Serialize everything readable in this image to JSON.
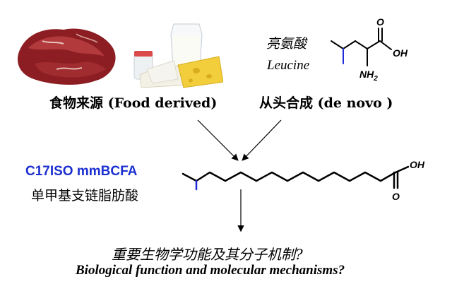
{
  "food_source": {
    "label": "食物来源 (Food derived)",
    "images": [
      "raw-meat",
      "milk-and-cheese"
    ]
  },
  "leucine": {
    "name_zh": "亮氨酸",
    "name_en": "Leucine",
    "atoms": {
      "oxygen_double": "O",
      "hydroxyl": "OH",
      "amine": "NH",
      "amine_subscript": "2"
    }
  },
  "de_novo": {
    "label": "从头合成 (de novo )"
  },
  "fatty_acid": {
    "name_en": "C17ISO mmBCFA",
    "name_zh": "单甲基支链脂肪酸",
    "atoms": {
      "hydroxyl": "OH",
      "oxygen_double": "O"
    }
  },
  "question": {
    "zh": "重要生物学功能及其分子机制?",
    "en": "Biological function and molecular mechanisms?"
  },
  "colors": {
    "accent_blue": "#1c2fd0",
    "branch_blue": "#1f2bd6",
    "text": "#000000"
  }
}
